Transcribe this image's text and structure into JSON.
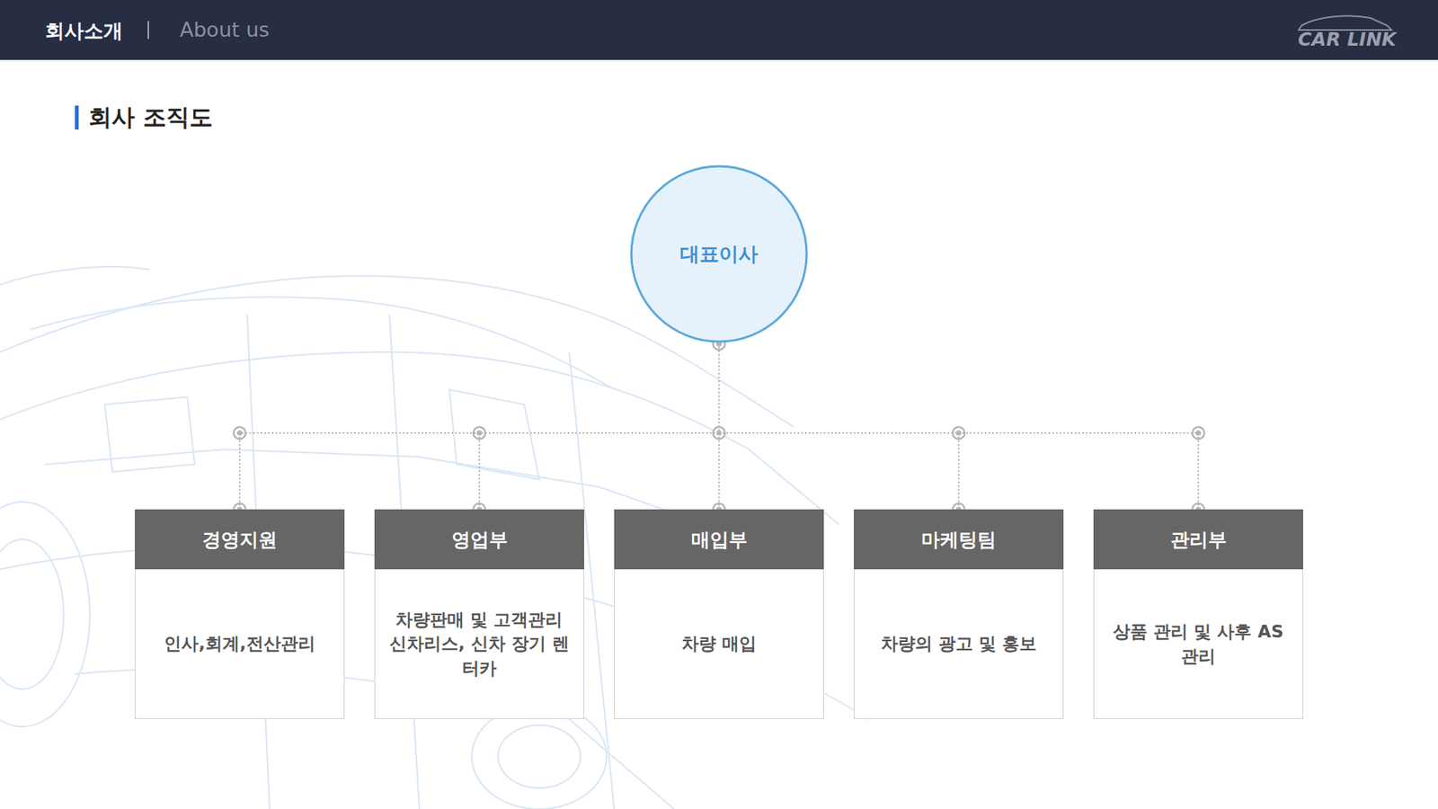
{
  "diagram": {
    "title": "회사 조직도",
    "nodes": [
      {
        "text": [
          "대표이사"
        ]
      },
      {
        "text": [
          "경영지원",
          "인사,회계,전산관리"
        ]
      },
      {
        "text": [
          "영업부",
          "차량판매 및 고객관리 신차리스, 신차 장기 렌터카"
        ]
      },
      {
        "text": [
          "매입부",
          "차량 매입"
        ]
      },
      {
        "text": [
          "마케팅팀",
          "차량의 광고 및 홍보"
        ]
      },
      {
        "text": [
          "관리부",
          "상품 관리 및 사후 AS 관리"
        ]
      }
    ],
    "edges": [
      {
        "from": 0,
        "to": 1,
        "arrow": "none"
      },
      {
        "from": 0,
        "to": 2,
        "arrow": "none"
      },
      {
        "from": 0,
        "to": 3,
        "arrow": "none"
      },
      {
        "from": 0,
        "to": 4,
        "arrow": "none"
      },
      {
        "from": 0,
        "to": 5,
        "arrow": "none"
      }
    ],
    "labels": [
      "회사소개",
      "About us",
      "CAR LINK"
    ]
  }
}
